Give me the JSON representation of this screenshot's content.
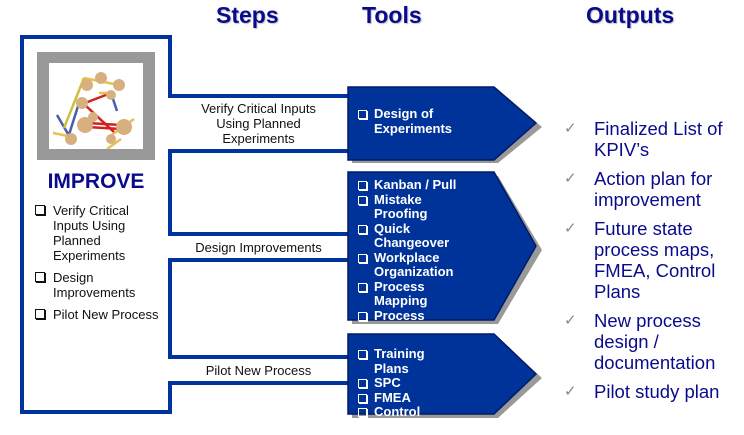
{
  "headers": {
    "steps": "Steps",
    "tools": "Tools",
    "outputs": "Outputs"
  },
  "phase": {
    "title": "IMPROVE",
    "image": "tinkertoy-structure-photo",
    "items": [
      {
        "icon": "checkbox-icon",
        "label": "Verify Critical Inputs Using Planned Experiments"
      },
      {
        "icon": "checkbox-icon",
        "label": "Design Improvements"
      },
      {
        "icon": "checkbox-icon",
        "label": "Pilot New Process"
      }
    ]
  },
  "steps": [
    {
      "label": "Verify Critical Inputs Using Planned Experiments"
    },
    {
      "label": "Design Improvements"
    },
    {
      "label": "Pilot New Process"
    }
  ],
  "tools": [
    {
      "items": [
        "Design of Experiments"
      ]
    },
    {
      "items": [
        "Kanban / Pull",
        "Mistake Proofing",
        "Quick Changeover",
        "Workplace Organization",
        "Process Mapping",
        "Process Documentation"
      ]
    },
    {
      "items": [
        "Training Plans",
        "SPC",
        "FMEA",
        "Control Plans"
      ]
    }
  ],
  "outputs": [
    {
      "icon": "checkmark-icon",
      "label": "Finalized List of KPIV’s"
    },
    {
      "icon": "checkmark-icon",
      "label": "Action plan for improvement"
    },
    {
      "icon": "checkmark-icon",
      "label": "Future state process maps, FMEA, Control Plans"
    },
    {
      "icon": "checkmark-icon",
      "label": "New process design / documentation"
    },
    {
      "icon": "checkmark-icon",
      "label": "Pilot study plan"
    }
  ],
  "colors": {
    "primary_blue": "#0033a0",
    "title_navy": "#0a0a8c",
    "frame_gray": "#999999",
    "check_gray": "#888888"
  }
}
